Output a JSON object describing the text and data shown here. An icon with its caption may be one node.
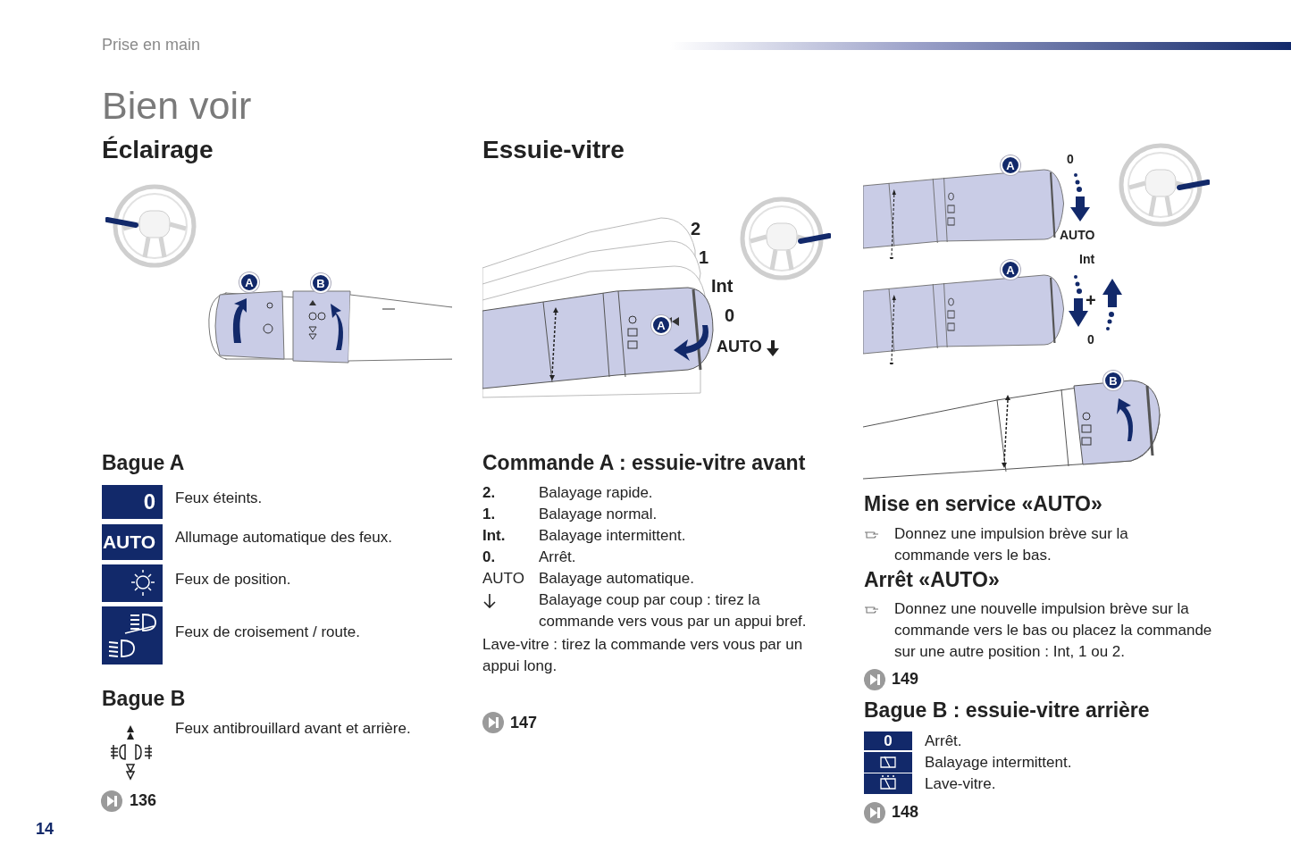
{
  "diagram": {
    "title": "Bien voir",
    "labels": [
      "Prise en main",
      "Éclairage",
      "Essuie-vitre",
      "A",
      "B",
      "2",
      "1",
      "Int",
      "0",
      "AUTO",
      "A",
      "A",
      "0",
      "AUTO",
      "A",
      "Int",
      "+",
      "0",
      "B",
      "Bague A",
      "0",
      "Feux éteints.",
      "AUTO",
      "Allumage automatique des feux.",
      "Feux de position.",
      "Feux de croisement / route.",
      "Bague B",
      "Feux antibrouillard avant et arrière.",
      "136",
      "Commande A : essuie-vitre avant",
      "2.",
      "Balayage rapide.",
      "1.",
      "Balayage normal.",
      "Int.",
      "Balayage intermittent.",
      "0.",
      "Arrêt.",
      "AUTO",
      "Balayage automatique.",
      "Balayage coup par coup : tirez la commande vers vous par un appui bref.",
      "Lave-vitre : tirez la commande vers vous par un appui long.",
      "147",
      "Mise en service «AUTO»",
      "Donnez une impulsion brève sur la commande vers le bas.",
      "Arrêt «AUTO»",
      "Donnez une nouvelle impulsion brève sur la commande vers le bas ou placez la commande sur une autre position : Int, 1 ou 2.",
      "149",
      "Bague B : essuie-vitre arrière",
      "0",
      "Arrêt.",
      "Balayage intermittent.",
      "Lave-vitre.",
      "148",
      "14"
    ]
  }
}
